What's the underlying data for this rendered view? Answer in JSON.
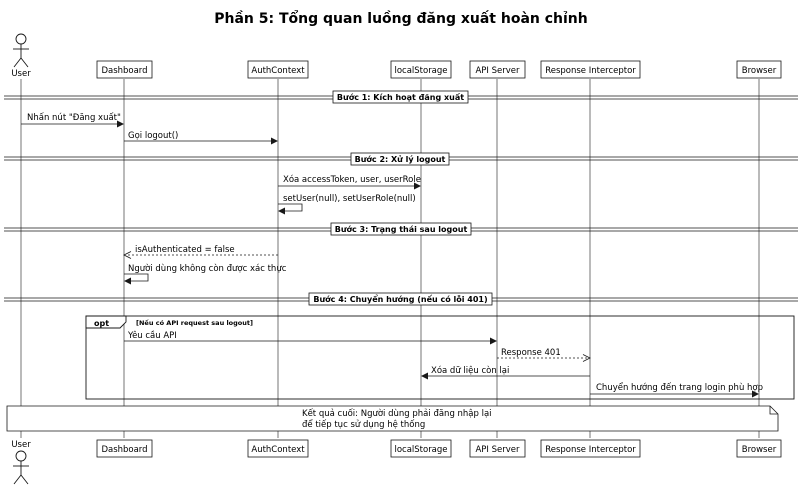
{
  "title": "Phần 5: Tổng quan luồng đăng xuất hoàn chỉnh",
  "participants": {
    "user": "User",
    "dashboard": "Dashboard",
    "authcontext": "AuthContext",
    "localstorage": "localStorage",
    "apiserver": "API Server",
    "interceptor": "Response Interceptor",
    "browser": "Browser"
  },
  "sections": {
    "s1": "Bước 1: Kích hoạt đăng xuất",
    "s2": "Bước 2: Xử lý logout",
    "s3": "Bước 3: Trạng thái sau logout",
    "s4": "Bước 4: Chuyển hướng (nếu có lỗi 401)"
  },
  "messages": {
    "m1": "Nhấn nút \"Đăng xuất\"",
    "m2": "Gọi logout()",
    "m3": "Xóa accessToken, user, userRole",
    "m4": "setUser(null), setUserRole(null)",
    "m5": "isAuthenticated = false",
    "m6": "Người dùng không còn được xác thực",
    "m7": "Yêu cầu API",
    "m8": "Response 401",
    "m9": "Xóa dữ liệu còn lại",
    "m10": "Chuyển hướng đến trang login phù hợp"
  },
  "opt": {
    "keyword": "opt",
    "condition": "[Nếu có API request sau logout]"
  },
  "note": {
    "line1": "Kết quả cuối: Người dùng phải đăng nhập lại",
    "line2": "để tiếp tục sử dụng hệ thống"
  }
}
